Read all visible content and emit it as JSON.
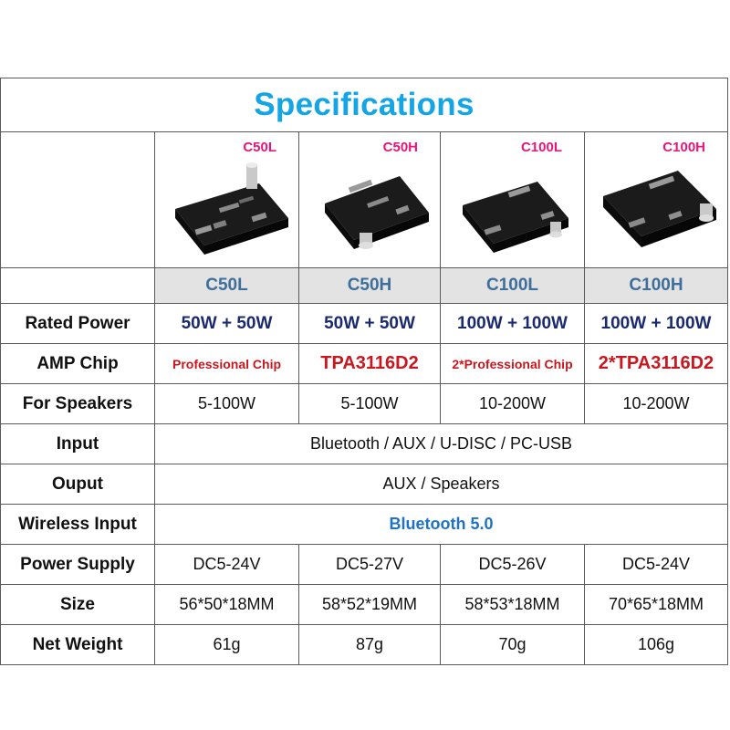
{
  "title": "Specifications",
  "colors": {
    "title": "#14a5e4",
    "model_tag": "#e8157a",
    "model_header": "#3d6f9a",
    "chip_red": "#c8171e",
    "bluetooth_blue": "#1f73c2",
    "power_navy": "#1a2a6e"
  },
  "models": [
    "C50L",
    "C50H",
    "C100L",
    "C100H"
  ],
  "image_tags": [
    "C50L",
    "C50H",
    "C100L",
    "C100H"
  ],
  "rows": {
    "rated_power": {
      "label": "Rated Power",
      "values": [
        "50W + 50W",
        "50W + 50W",
        "100W + 100W",
        "100W + 100W"
      ]
    },
    "amp_chip": {
      "label": "AMP Chip",
      "values": [
        "Professional Chip",
        "TPA3116D2",
        "2*Professional Chip",
        "2*TPA3116D2"
      ]
    },
    "for_speakers": {
      "label": "For Speakers",
      "values": [
        "5-100W",
        "5-100W",
        "10-200W",
        "10-200W"
      ]
    },
    "input": {
      "label": "Input",
      "value": "Bluetooth / AUX / U-DISC / PC-USB"
    },
    "output": {
      "label": "Ouput",
      "value": "AUX / Speakers"
    },
    "wireless_input": {
      "label": "Wireless Input",
      "value": "Bluetooth 5.0"
    },
    "power_supply": {
      "label": "Power Supply",
      "values": [
        "DC5-24V",
        "DC5-27V",
        "DC5-26V",
        "DC5-24V"
      ]
    },
    "size": {
      "label": "Size",
      "values": [
        "56*50*18MM",
        "58*52*19MM",
        "58*53*18MM",
        "70*65*18MM"
      ]
    },
    "net_weight": {
      "label": "Net Weight",
      "values": [
        "61g",
        "87g",
        "70g",
        "106g"
      ]
    }
  }
}
